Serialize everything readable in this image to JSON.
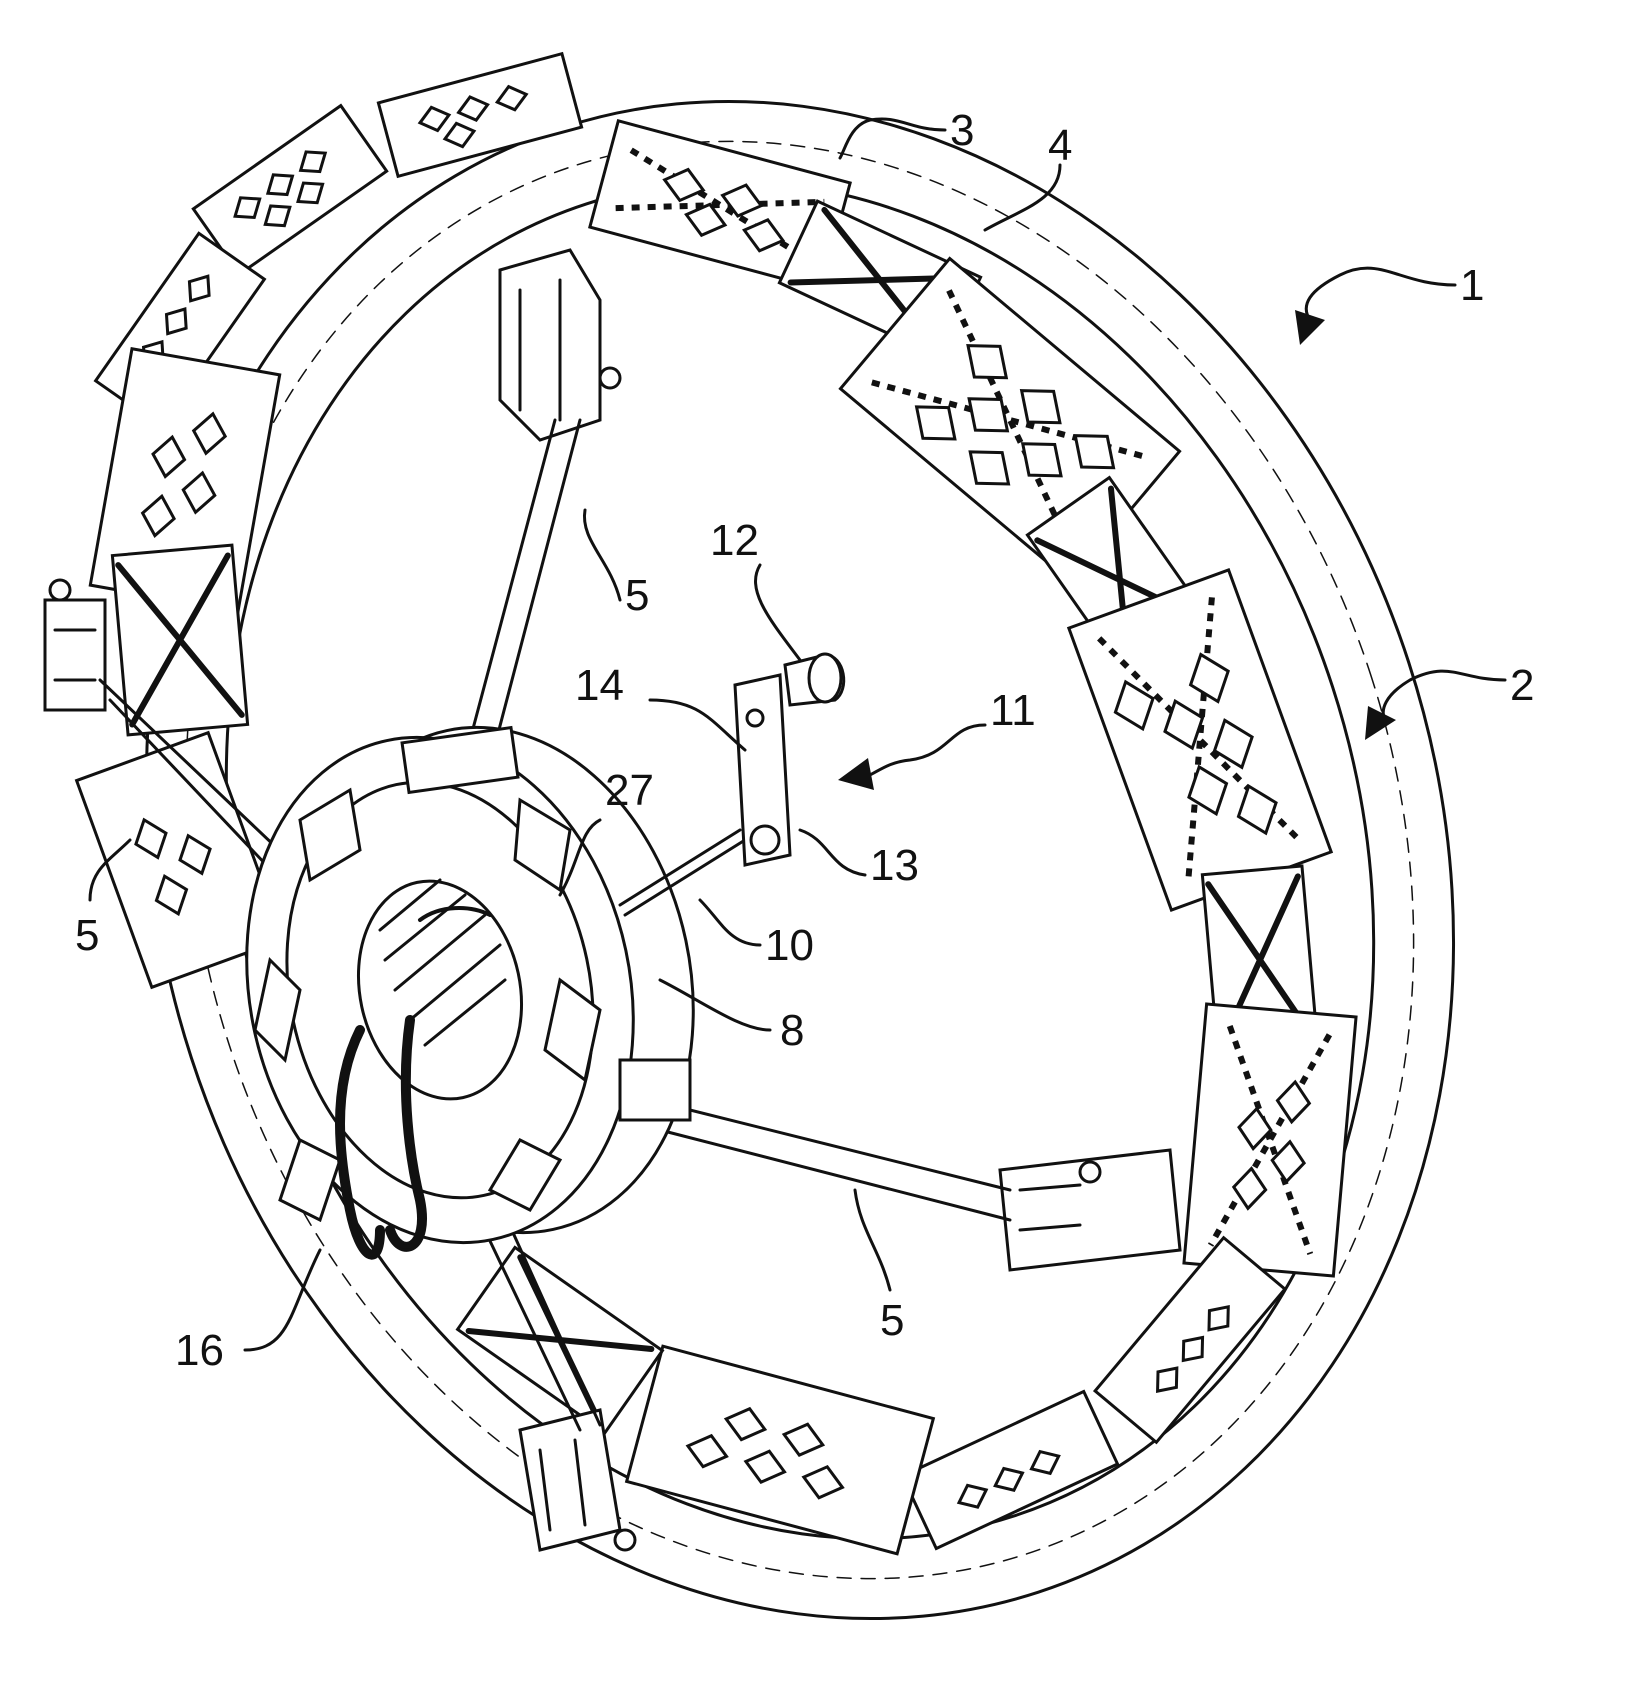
{
  "figure": {
    "labels": {
      "l1": "1",
      "l2": "2",
      "l3": "3",
      "l4": "4",
      "l5_top": "5",
      "l5_left": "5",
      "l5_bottom": "5",
      "l8": "8",
      "l10": "10",
      "l11": "11",
      "l12": "12",
      "l13": "13",
      "l14": "14",
      "l16": "16",
      "l27": "27"
    }
  }
}
